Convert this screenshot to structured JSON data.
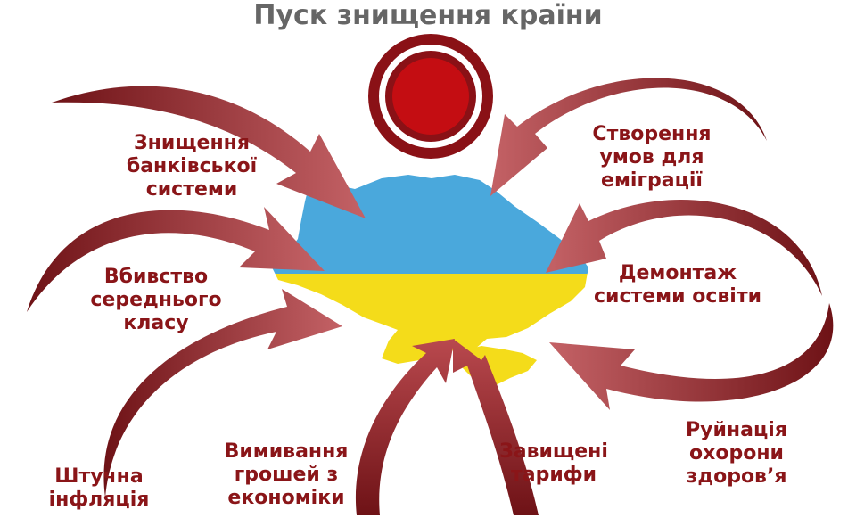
{
  "title": "Пуск знищення країни",
  "colors": {
    "arrow_dark": "#6e1216",
    "arrow_light": "#c46266",
    "label": "#8a1518",
    "title": "#666666",
    "flag_blue": "#4aa8dc",
    "flag_yellow": "#f4dc1a",
    "target_ring": "#8a1116",
    "target_center": "#c40d12"
  },
  "center": {
    "map": "ukraine-map-flag-colors",
    "symbol": "red-target-circle"
  },
  "labels": {
    "banking": [
      "Знищення",
      "банківської",
      "системи"
    ],
    "middle_class": [
      "Вбивство",
      "середнього",
      "класу"
    ],
    "inflation": [
      "Штучна",
      "інфляція"
    ],
    "money": [
      "Вимивання",
      "грошей з",
      "економіки"
    ],
    "tariffs": [
      "Завищені",
      "тарифи"
    ],
    "health": [
      "Руйнація",
      "охорони",
      "здоров’я"
    ],
    "education": [
      "Демонтаж",
      "системи освіти"
    ],
    "emigration": [
      "Створення",
      "умов для",
      "еміграції"
    ]
  }
}
